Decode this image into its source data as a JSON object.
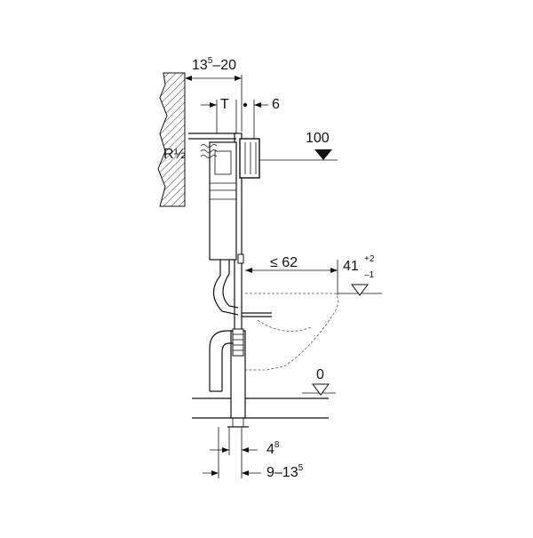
{
  "dimensions": {
    "wall_depth": {
      "base": "13",
      "sup": "5",
      "rest": "–20"
    },
    "t_label": "T",
    "six": "6",
    "thread": {
      "base": "R",
      "frac": "½"
    },
    "height_100": "100",
    "reach": "≤ 62",
    "bowl_height": {
      "base": "41",
      "sup": "+2",
      "sub": "–1"
    },
    "floor_zero": "0",
    "foot_a": {
      "base": "4",
      "sup": "8"
    },
    "foot_b": {
      "base": "9–13",
      "sup": "5"
    }
  }
}
